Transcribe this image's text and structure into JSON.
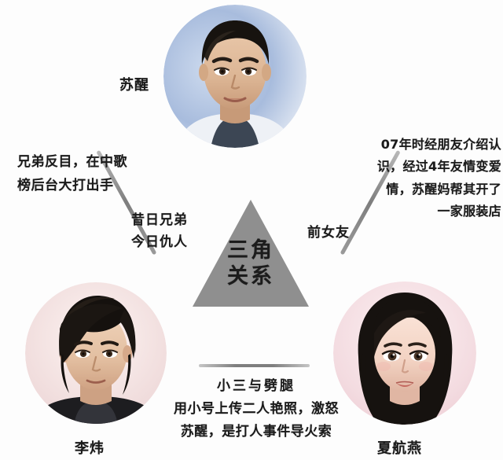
{
  "diagram": {
    "center": {
      "shape": "triangle",
      "fill_color": "#8f8f8f",
      "label_lines": [
        "三角",
        "关系"
      ]
    },
    "nodes": [
      {
        "id": "top",
        "name_label": "苏醒",
        "photo_alt": "苏醒-portrait",
        "photo_bg": "#b9c9e4"
      },
      {
        "id": "bottom-left",
        "name_label": "李炜",
        "photo_alt": "李炜-portrait",
        "photo_bg": "#f2e3e6"
      },
      {
        "id": "bottom-right",
        "name_label": "夏航燕",
        "photo_alt": "夏航燕-portrait",
        "photo_bg": "#f5dfe3"
      }
    ],
    "edges": [
      {
        "id": "left-edge",
        "relation_lines": [
          "昔日兄弟",
          "今日仇人"
        ],
        "description_lines": [
          "兄弟反目，在中歌",
          "榜后台大打出手"
        ]
      },
      {
        "id": "right-edge",
        "relation_lines": [
          "前女友"
        ],
        "description_lines": [
          "07年时经朋友介绍认",
          "识，经过4年友情变爱",
          "情，苏醒妈帮其开了",
          "一家服装店"
        ]
      },
      {
        "id": "bottom-edge",
        "relation_lines": [
          "小三与劈腿"
        ],
        "description_lines": [
          "用小号上传二人艳照，激怒",
          "苏醒，是打人事件导火索"
        ]
      }
    ],
    "line_color": "#8c8c8c"
  }
}
